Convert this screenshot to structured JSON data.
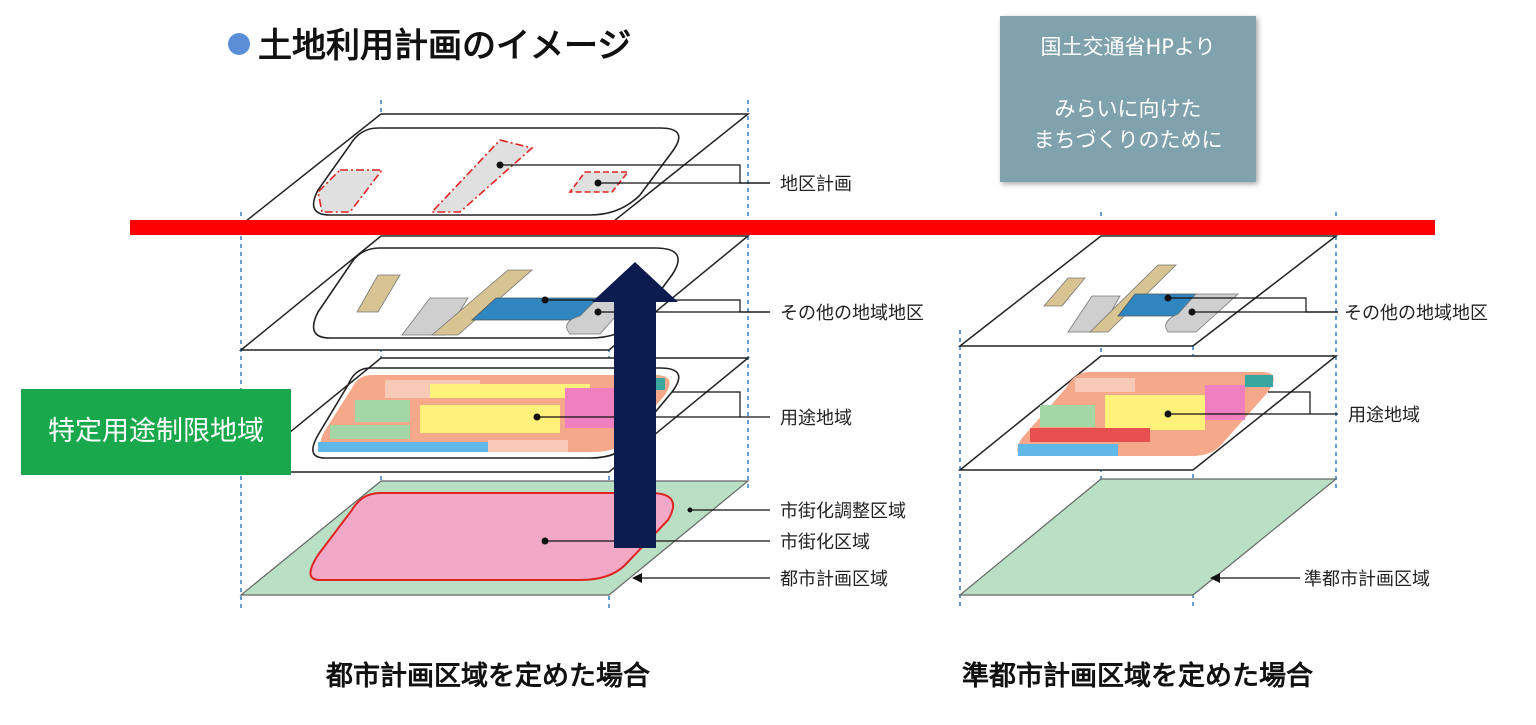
{
  "title": "土地利用計画のイメージ",
  "source_box": {
    "line1": "国土交通省HPより",
    "line2": "みらいに向けた",
    "line3": "まちづくりのために"
  },
  "green_label": "特定用途制限地域",
  "left_diagram": {
    "caption": "都市計画区域を定めた場合",
    "layer_labels": {
      "district_plan": "地区計画",
      "other_districts": "その他の地域地区",
      "use_districts": "用途地域",
      "urbanization_control": "市街化調整区域",
      "urbanization_promotion": "市街化区域",
      "city_planning_area": "都市計画区域"
    }
  },
  "right_diagram": {
    "caption": "準都市計画区域を定めた場合",
    "layer_labels": {
      "other_districts": "その他の地域地区",
      "use_districts": "用途地域",
      "quasi_city_planning_area": "準都市計画区域"
    }
  },
  "colors": {
    "red_bar": "#ff0000",
    "arrow": "#0d1c4e",
    "green_label": "#1aa84c",
    "source_box": "#7fa2ad",
    "dashed_guides": "#2f7fc4",
    "zone_green": "#b9dfc4",
    "zone_pink": "#f2a9c8",
    "tan": "#d8c393",
    "blue_zone": "#2f86c0",
    "gray_zone": "#cfcfcf"
  }
}
